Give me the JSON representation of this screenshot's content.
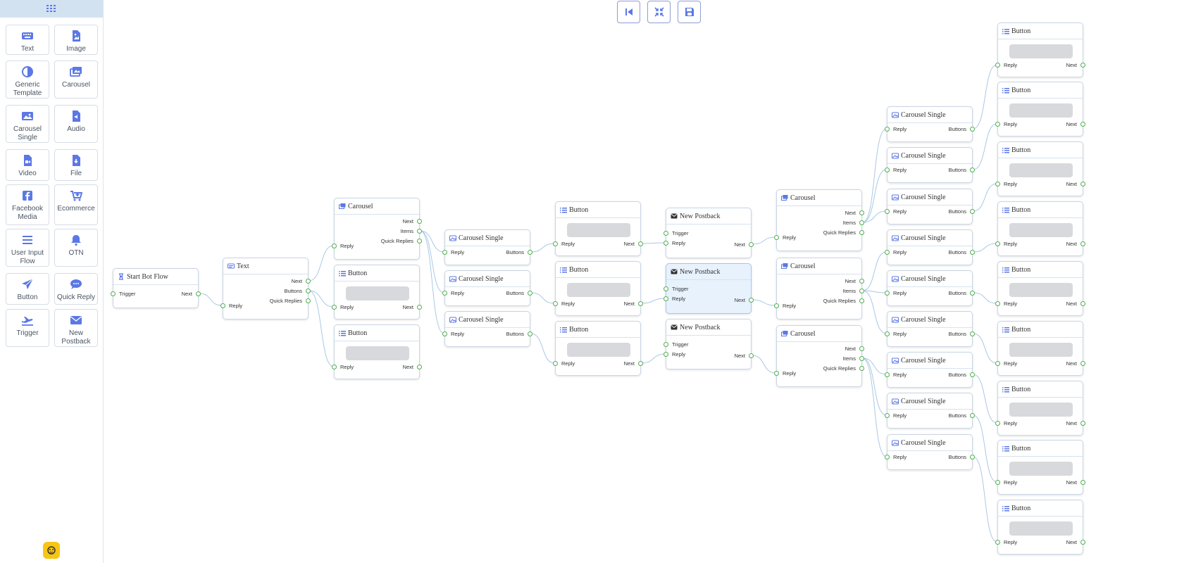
{
  "sidebar": {
    "tiles": [
      {
        "label": "Text",
        "icon": "keyboard-icon"
      },
      {
        "label": "Image",
        "icon": "image-file-icon"
      },
      {
        "label": "Generic\nTemplate",
        "icon": "half-circle-icon"
      },
      {
        "label": "Carousel",
        "icon": "images-icon"
      },
      {
        "label": "Carousel\nSingle",
        "icon": "image-icon"
      },
      {
        "label": "Audio",
        "icon": "audio-file-icon"
      },
      {
        "label": "Video",
        "icon": "video-file-icon"
      },
      {
        "label": "File",
        "icon": "download-file-icon"
      },
      {
        "label": "Facebook\nMedia",
        "icon": "facebook-icon"
      },
      {
        "label": "Ecommerce",
        "icon": "cart-plus-icon"
      },
      {
        "label": "User Input\nFlow",
        "icon": "list-lines-icon"
      },
      {
        "label": "OTN",
        "icon": "bell-icon"
      },
      {
        "label": "Button",
        "icon": "paper-plane-icon"
      },
      {
        "label": "Quick Reply",
        "icon": "chat-bubble-icon"
      },
      {
        "label": "Trigger",
        "icon": "plane-icon"
      },
      {
        "label": "New\nPostback",
        "icon": "envelope-icon"
      }
    ]
  },
  "toolbar": {
    "buttons": [
      {
        "name": "skip-back",
        "icon": "skip-back-icon"
      },
      {
        "name": "fit-view",
        "icon": "compress-icon"
      },
      {
        "name": "save",
        "icon": "save-icon"
      }
    ]
  },
  "ports": {
    "trigger": "Trigger",
    "next": "Next",
    "reply": "Reply",
    "buttons": "Buttons",
    "items": "Items",
    "quick_replies": "Quick Replies"
  },
  "nodes": [
    {
      "id": "start",
      "type": "start",
      "title": "Start Bot Flow"
    },
    {
      "id": "text1",
      "type": "text",
      "title": "Text"
    },
    {
      "id": "car1",
      "type": "carousel",
      "title": "Carousel"
    },
    {
      "id": "btn1",
      "type": "button",
      "title": "Button"
    },
    {
      "id": "btn2",
      "type": "button",
      "title": "Button"
    },
    {
      "id": "cs1",
      "type": "carousel_single",
      "title": "Carousel Single"
    },
    {
      "id": "cs2",
      "type": "carousel_single",
      "title": "Carousel Single"
    },
    {
      "id": "cs3",
      "type": "carousel_single",
      "title": "Carousel Single"
    },
    {
      "id": "btn3",
      "type": "button",
      "title": "Button"
    },
    {
      "id": "btn4",
      "type": "button",
      "title": "Button"
    },
    {
      "id": "btn5",
      "type": "button",
      "title": "Button"
    },
    {
      "id": "pb1",
      "type": "postback",
      "title": "New Postback"
    },
    {
      "id": "pb2",
      "type": "postback",
      "title": "New Postback",
      "selected": true
    },
    {
      "id": "pb3",
      "type": "postback",
      "title": "New Postback"
    },
    {
      "id": "car2",
      "type": "carousel",
      "title": "Carousel"
    },
    {
      "id": "car3",
      "type": "carousel",
      "title": "Carousel"
    },
    {
      "id": "car4",
      "type": "carousel",
      "title": "Carousel"
    },
    {
      "id": "cs4",
      "type": "carousel_single",
      "title": "Carousel Single"
    },
    {
      "id": "cs5",
      "type": "carousel_single",
      "title": "Carousel Single"
    },
    {
      "id": "cs6",
      "type": "carousel_single",
      "title": "Carousel Single"
    },
    {
      "id": "cs7",
      "type": "carousel_single",
      "title": "Carousel Single"
    },
    {
      "id": "cs8",
      "type": "carousel_single",
      "title": "Carousel Single"
    },
    {
      "id": "cs9",
      "type": "carousel_single",
      "title": "Carousel Single"
    },
    {
      "id": "cs10",
      "type": "carousel_single",
      "title": "Carousel Single"
    },
    {
      "id": "cs11",
      "type": "carousel_single",
      "title": "Carousel Single"
    },
    {
      "id": "cs12",
      "type": "carousel_single",
      "title": "Carousel Single"
    },
    {
      "id": "b6",
      "type": "button",
      "title": "Button"
    },
    {
      "id": "b7",
      "type": "button",
      "title": "Button"
    },
    {
      "id": "b8",
      "type": "button",
      "title": "Button"
    },
    {
      "id": "b9",
      "type": "button",
      "title": "Button"
    },
    {
      "id": "b10",
      "type": "button",
      "title": "Button"
    },
    {
      "id": "b11",
      "type": "button",
      "title": "Button"
    },
    {
      "id": "b12",
      "type": "button",
      "title": "Button"
    },
    {
      "id": "b13",
      "type": "button",
      "title": "Button"
    },
    {
      "id": "b14",
      "type": "button",
      "title": "Button"
    }
  ],
  "edges": [
    [
      "start",
      "next",
      "text1",
      "reply"
    ],
    [
      "text1",
      "next",
      "car1",
      "reply"
    ],
    [
      "text1",
      "buttons",
      "btn1",
      "reply"
    ],
    [
      "text1",
      "buttons",
      "btn2",
      "reply"
    ],
    [
      "car1",
      "items",
      "cs1",
      "reply"
    ],
    [
      "car1",
      "items",
      "cs2",
      "reply"
    ],
    [
      "car1",
      "items",
      "cs3",
      "reply"
    ],
    [
      "cs1",
      "buttons",
      "btn3",
      "reply"
    ],
    [
      "cs2",
      "buttons",
      "btn4",
      "reply"
    ],
    [
      "cs3",
      "buttons",
      "btn5",
      "reply"
    ],
    [
      "btn3",
      "next",
      "pb1",
      "reply"
    ],
    [
      "btn4",
      "next",
      "pb2",
      "reply"
    ],
    [
      "btn5",
      "next",
      "pb3",
      "reply"
    ],
    [
      "pb1",
      "next",
      "car2",
      "reply"
    ],
    [
      "pb2",
      "next",
      "car3",
      "reply"
    ],
    [
      "pb3",
      "next",
      "car4",
      "reply"
    ],
    [
      "car2",
      "items",
      "cs4",
      "reply"
    ],
    [
      "car2",
      "items",
      "cs5",
      "reply"
    ],
    [
      "car2",
      "items",
      "cs6",
      "reply"
    ],
    [
      "car3",
      "items",
      "cs7",
      "reply"
    ],
    [
      "car3",
      "items",
      "cs8",
      "reply"
    ],
    [
      "car3",
      "items",
      "cs9",
      "reply"
    ],
    [
      "car4",
      "items",
      "cs10",
      "reply"
    ],
    [
      "car4",
      "items",
      "cs11",
      "reply"
    ],
    [
      "car4",
      "items",
      "cs12",
      "reply"
    ],
    [
      "cs4",
      "buttons",
      "b6",
      "reply"
    ],
    [
      "cs5",
      "buttons",
      "b7",
      "reply"
    ],
    [
      "cs6",
      "buttons",
      "b8",
      "reply"
    ],
    [
      "cs7",
      "buttons",
      "b9",
      "reply"
    ],
    [
      "cs8",
      "buttons",
      "b10",
      "reply"
    ],
    [
      "cs9",
      "buttons",
      "b11",
      "reply"
    ],
    [
      "cs10",
      "buttons",
      "b12",
      "reply"
    ],
    [
      "cs11",
      "buttons",
      "b13",
      "reply"
    ],
    [
      "cs12",
      "buttons",
      "b14",
      "reply"
    ]
  ],
  "colors": {
    "accent": "#5b78e5",
    "port": "#4fae4f",
    "edge": "#a9c8e6",
    "selected_bg": "#e8f2fd"
  }
}
